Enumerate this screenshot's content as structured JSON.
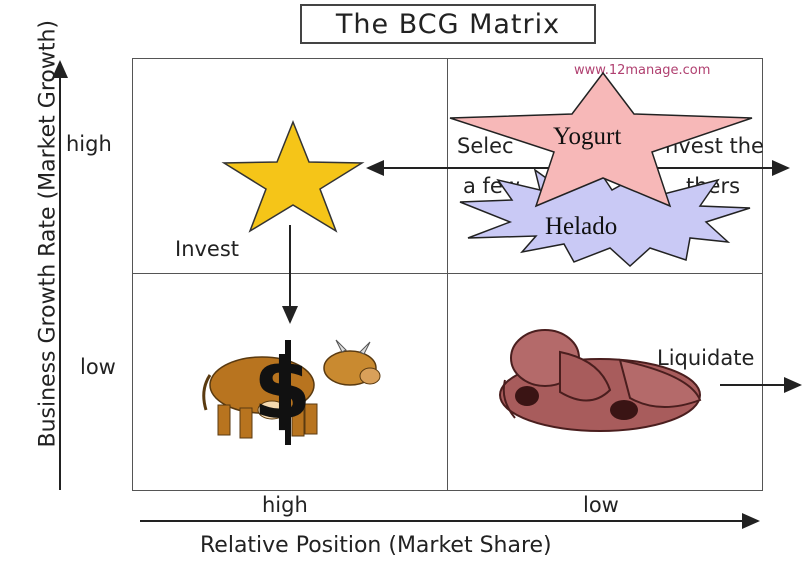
{
  "title": "The BCG Matrix",
  "watermark": "www.12manage.com",
  "y_axis": {
    "label": "Business Growth Rate (Market Growth)",
    "high": "high",
    "low": "low"
  },
  "x_axis": {
    "label": "Relative Position (Market Share)",
    "high": "high",
    "low": "low"
  },
  "quadrants": {
    "top_left": {
      "label": "Invest",
      "icon": "star-icon"
    },
    "top_right": {
      "line1": "Select: Invest the",
      "line2": "a few  others",
      "line1_visible_left": "Selec",
      "line1_visible_right": "nvest the",
      "line2_visible_left": "a few",
      "line2_visible_right": "thers"
    },
    "bottom_left": {
      "icon": "cash-cow-icon"
    },
    "bottom_right": {
      "label": "Liquidate",
      "icon": "dog-icon"
    }
  },
  "overlays": {
    "star_label": "Yogurt",
    "burst_label": "Helado"
  },
  "colors": {
    "star": "#f5c518",
    "overlay_star": "#f7b8b8",
    "overlay_burst": "#c9c9f5",
    "cow": "#b8741f",
    "dog": "#a85c5c"
  }
}
